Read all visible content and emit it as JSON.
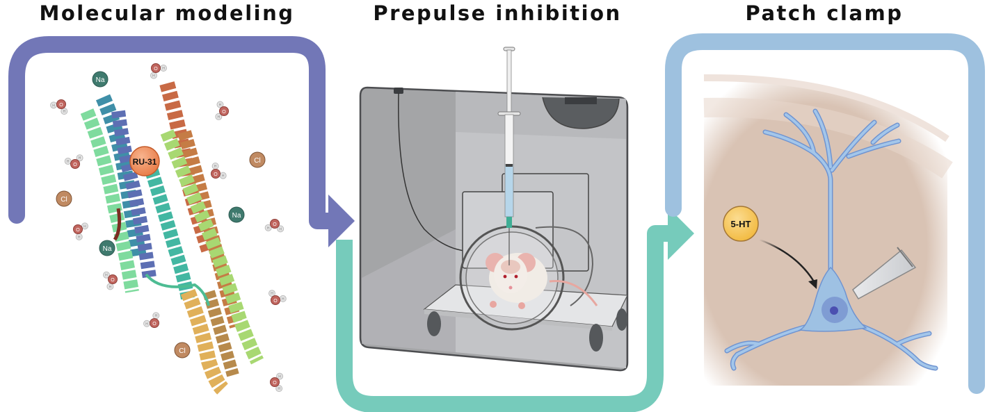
{
  "panels": [
    {
      "title": "Molecular modeling",
      "color": "#7277b7"
    },
    {
      "title": "Prepulse inhibition",
      "color": "#76cbbb"
    },
    {
      "title": "Patch clamp",
      "color": "#9ec1df"
    }
  ],
  "molecular": {
    "ligand": "RU-31",
    "ions": {
      "sodium": "Na",
      "chloride": "Cl"
    },
    "water": {
      "oxygen": "O",
      "hydrogen": "H"
    }
  },
  "patch": {
    "neurotransmitter": "5-HT"
  },
  "colors": {
    "ligand": "#ee8a5a",
    "sodium": "#3f7a6e",
    "chloride": "#c08a62",
    "oxygen": "#c0655e",
    "hydrogen": "#e4e4e4",
    "tissue": "#d9c3b4",
    "neuron": "#9ec1e3",
    "serotonin": "#f6c45a",
    "chamber": "#9a9b9d"
  }
}
